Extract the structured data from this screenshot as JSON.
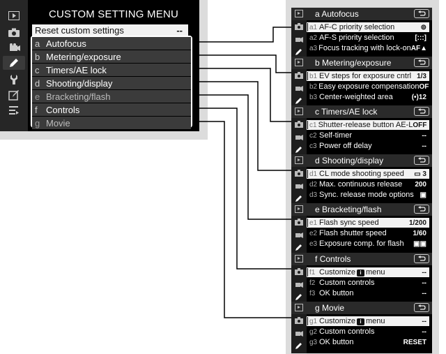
{
  "main_menu": {
    "title": "CUSTOM SETTING MENU",
    "reset": {
      "label": "Reset custom settings",
      "value": "--"
    },
    "groups": [
      {
        "letter": "a",
        "label": "Autofocus"
      },
      {
        "letter": "b",
        "label": "Metering/exposure"
      },
      {
        "letter": "c",
        "label": "Timers/AE lock"
      },
      {
        "letter": "d",
        "label": "Shooting/display"
      },
      {
        "letter": "e",
        "label": "Bracketing/flash"
      },
      {
        "letter": "f",
        "label": "Controls"
      },
      {
        "letter": "g",
        "label": "Movie"
      }
    ],
    "sidebar_icons": [
      "playback-icon",
      "camera-icon",
      "movie-icon",
      "pencil-icon",
      "wrench-icon",
      "retouch-icon",
      "my-menu-icon"
    ]
  },
  "panels": [
    {
      "title_letter": "a",
      "title": "Autofocus",
      "rows": [
        {
          "code": "a1",
          "label": "AF-C priority selection",
          "value": "⊚"
        },
        {
          "code": "a2",
          "label": "AF-S priority selection",
          "value": "[:::]"
        },
        {
          "code": "a3",
          "label": "Focus tracking with lock-on",
          "value": "AF▲"
        }
      ]
    },
    {
      "title_letter": "b",
      "title": "Metering/exposure",
      "rows": [
        {
          "code": "b1",
          "label": "EV steps for exposure cntrl",
          "value": "1/3"
        },
        {
          "code": "b2",
          "label": "Easy exposure compensation",
          "value": "OFF"
        },
        {
          "code": "b3",
          "label": "Center-weighted area",
          "value": "(•)12"
        }
      ]
    },
    {
      "title_letter": "c",
      "title": "Timers/AE lock",
      "rows": [
        {
          "code": "c1",
          "label": "Shutter-release button AE-L",
          "value": "OFF"
        },
        {
          "code": "c2",
          "label": "Self-timer",
          "value": "--"
        },
        {
          "code": "c3",
          "label": "Power off delay",
          "value": "--"
        }
      ]
    },
    {
      "title_letter": "d",
      "title": "Shooting/display",
      "rows": [
        {
          "code": "d1",
          "label": "CL mode shooting speed",
          "value": "▭ 3"
        },
        {
          "code": "d2",
          "label": "Max. continuous release",
          "value": "200"
        },
        {
          "code": "d3",
          "label": "Sync. release mode options",
          "value": "▣"
        }
      ]
    },
    {
      "title_letter": "e",
      "title": "Bracketing/flash",
      "rows": [
        {
          "code": "e1",
          "label": "Flash sync speed",
          "value": "1/200"
        },
        {
          "code": "e2",
          "label": "Flash shutter speed",
          "value": "1/60"
        },
        {
          "code": "e3",
          "label": "Exposure comp. for flash",
          "value": "▣▣"
        }
      ]
    },
    {
      "title_letter": "f",
      "title": "Controls",
      "rows": [
        {
          "code": "f1",
          "label_a": "Customize",
          "label_b": "menu",
          "value": "--"
        },
        {
          "code": "f2",
          "label": "Custom controls",
          "value": "--"
        },
        {
          "code": "f3",
          "label": "OK button",
          "value": "--"
        }
      ]
    },
    {
      "title_letter": "g",
      "title": "Movie",
      "rows": [
        {
          "code": "g1",
          "label_a": "Customize",
          "label_b": "menu",
          "value": "--"
        },
        {
          "code": "g2",
          "label": "Custom controls",
          "value": "--"
        },
        {
          "code": "g3",
          "label": "OK button",
          "value": "RESET"
        }
      ]
    }
  ],
  "info_icon_letter": "i"
}
